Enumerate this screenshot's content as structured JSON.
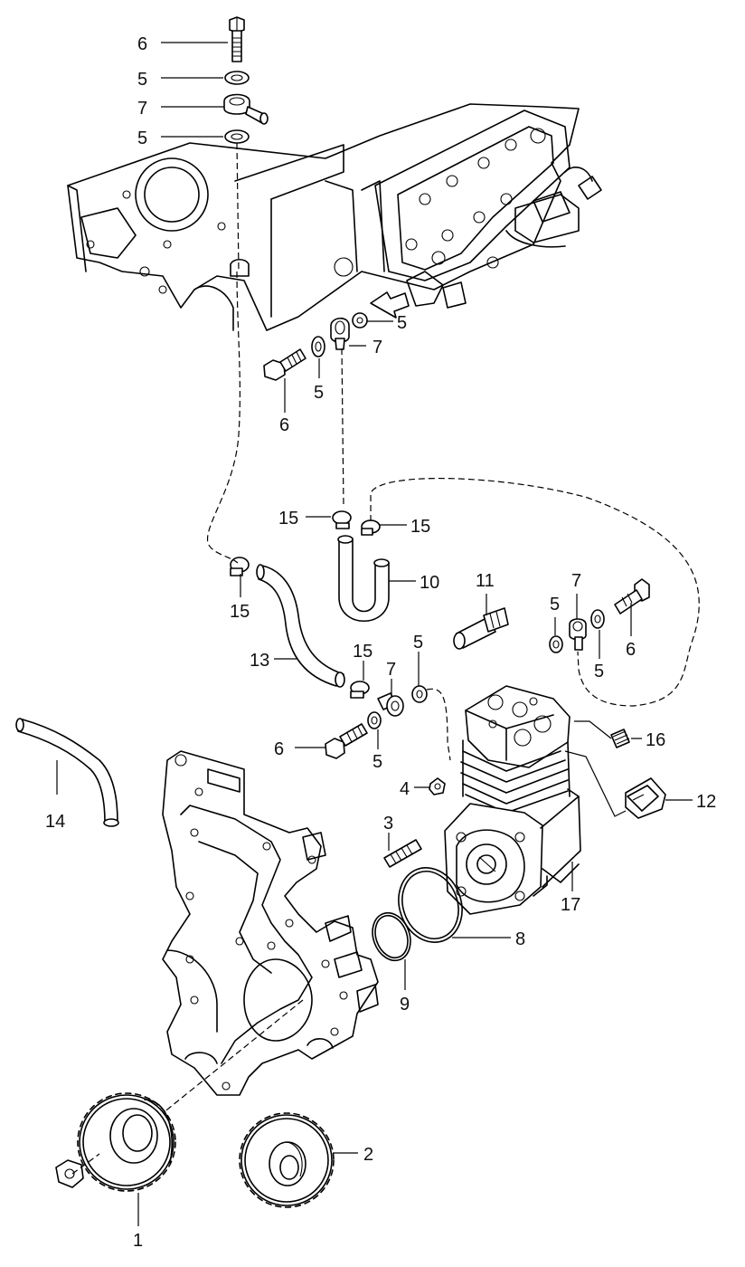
{
  "diagram": {
    "callouts": [
      {
        "id": "c6a",
        "text": "6"
      },
      {
        "id": "c5a",
        "text": "5"
      },
      {
        "id": "c7a",
        "text": "7"
      },
      {
        "id": "c5b",
        "text": "5"
      },
      {
        "id": "c5c",
        "text": "5"
      },
      {
        "id": "c7b",
        "text": "7"
      },
      {
        "id": "c5d",
        "text": "5"
      },
      {
        "id": "c6b",
        "text": "6"
      },
      {
        "id": "c15a",
        "text": "15"
      },
      {
        "id": "c15b",
        "text": "15"
      },
      {
        "id": "c10",
        "text": "10"
      },
      {
        "id": "c15c",
        "text": "15"
      },
      {
        "id": "c11",
        "text": "11"
      },
      {
        "id": "c7c",
        "text": "7"
      },
      {
        "id": "c5e",
        "text": "5"
      },
      {
        "id": "c6c",
        "text": "6"
      },
      {
        "id": "c5f",
        "text": "5"
      },
      {
        "id": "c13",
        "text": "13"
      },
      {
        "id": "c15d",
        "text": "15"
      },
      {
        "id": "c7d",
        "text": "7"
      },
      {
        "id": "c5g",
        "text": "5"
      },
      {
        "id": "c6d",
        "text": "6"
      },
      {
        "id": "c5h",
        "text": "5"
      },
      {
        "id": "c16",
        "text": "16"
      },
      {
        "id": "c14",
        "text": "14"
      },
      {
        "id": "c4",
        "text": "4"
      },
      {
        "id": "c12",
        "text": "12"
      },
      {
        "id": "c3",
        "text": "3"
      },
      {
        "id": "c17",
        "text": "17"
      },
      {
        "id": "c8",
        "text": "8"
      },
      {
        "id": "c9",
        "text": "9"
      },
      {
        "id": "c2",
        "text": "2"
      },
      {
        "id": "c1",
        "text": "1"
      }
    ]
  }
}
